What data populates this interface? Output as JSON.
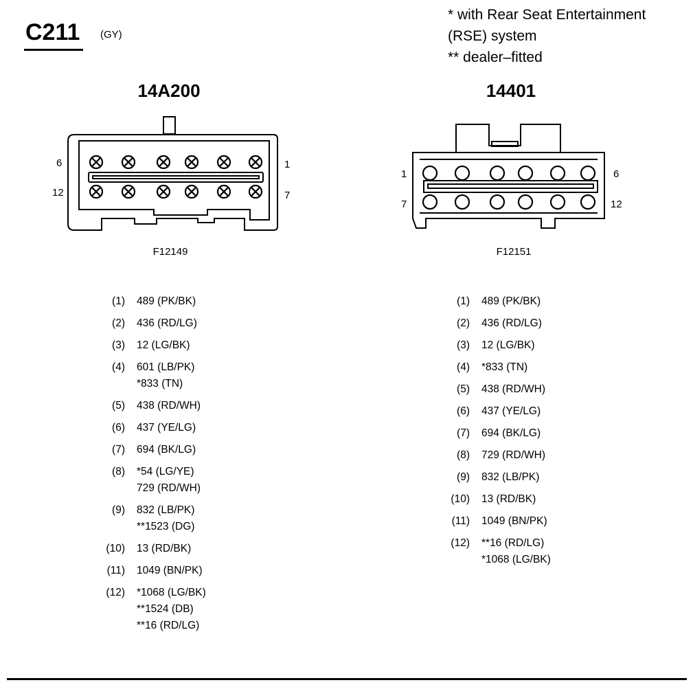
{
  "connector": {
    "id": "C211",
    "color_code": "(GY)"
  },
  "notes": [
    "* with Rear Seat Entertainment",
    "(RSE) system",
    "** dealer–fitted"
  ],
  "left_connector": {
    "part_number": "14A200",
    "figure_ref": "F12149",
    "corner_labels": {
      "top_left": "6",
      "top_right": "1",
      "bottom_left": "12",
      "bottom_right": "7"
    },
    "pins": [
      {
        "num": "(1)",
        "wires": [
          "489 (PK/BK)"
        ]
      },
      {
        "num": "(2)",
        "wires": [
          "436 (RD/LG)"
        ]
      },
      {
        "num": "(3)",
        "wires": [
          "12 (LG/BK)"
        ]
      },
      {
        "num": "(4)",
        "wires": [
          "601 (LB/PK)",
          "*833 (TN)"
        ]
      },
      {
        "num": "(5)",
        "wires": [
          "438 (RD/WH)"
        ]
      },
      {
        "num": "(6)",
        "wires": [
          "437 (YE/LG)"
        ]
      },
      {
        "num": "(7)",
        "wires": [
          "694 (BK/LG)"
        ]
      },
      {
        "num": "(8)",
        "wires": [
          "*54 (LG/YE)",
          "729 (RD/WH)"
        ]
      },
      {
        "num": "(9)",
        "wires": [
          "832 (LB/PK)",
          "**1523 (DG)"
        ]
      },
      {
        "num": "(10)",
        "wires": [
          "13 (RD/BK)"
        ]
      },
      {
        "num": "(11)",
        "wires": [
          "1049 (BN/PK)"
        ]
      },
      {
        "num": "(12)",
        "wires": [
          "*1068 (LG/BK)",
          "**1524 (DB)",
          "**16 (RD/LG)"
        ]
      }
    ]
  },
  "right_connector": {
    "part_number": "14401",
    "figure_ref": "F12151",
    "corner_labels": {
      "top_left": "1",
      "top_right": "6",
      "bottom_left": "7",
      "bottom_right": "12"
    },
    "pins": [
      {
        "num": "(1)",
        "wires": [
          "489 (PK/BK)"
        ]
      },
      {
        "num": "(2)",
        "wires": [
          "436 (RD/LG)"
        ]
      },
      {
        "num": "(3)",
        "wires": [
          "12 (LG/BK)"
        ]
      },
      {
        "num": "(4)",
        "wires": [
          "*833 (TN)"
        ]
      },
      {
        "num": "(5)",
        "wires": [
          "438 (RD/WH)"
        ]
      },
      {
        "num": "(6)",
        "wires": [
          "437 (YE/LG)"
        ]
      },
      {
        "num": "(7)",
        "wires": [
          "694 (BK/LG)"
        ]
      },
      {
        "num": "(8)",
        "wires": [
          "729 (RD/WH)"
        ]
      },
      {
        "num": "(9)",
        "wires": [
          "832 (LB/PK)"
        ]
      },
      {
        "num": "(10)",
        "wires": [
          "13 (RD/BK)"
        ]
      },
      {
        "num": "(11)",
        "wires": [
          "1049 (BN/PK)"
        ]
      },
      {
        "num": "(12)",
        "wires": [
          "**16 (RD/LG)",
          "*1068 (LG/BK)"
        ]
      }
    ]
  }
}
